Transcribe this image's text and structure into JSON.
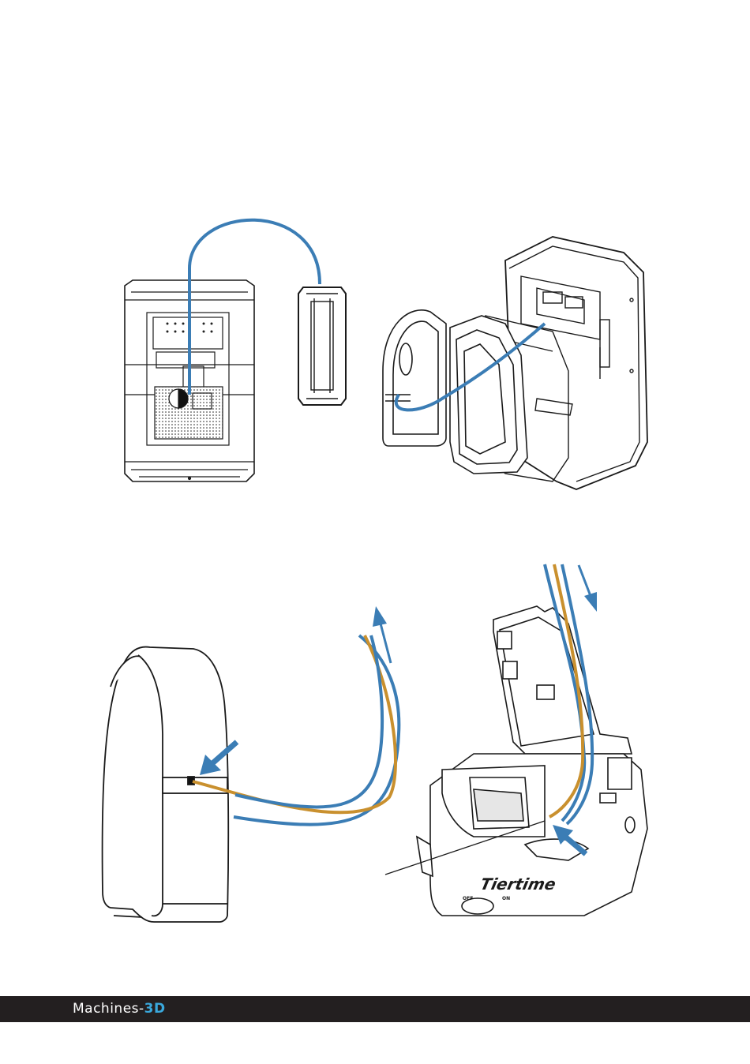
{
  "colors": {
    "filament_tube": "#3b7db5",
    "filament": "#c9902e",
    "line_art": "#1a1a1a",
    "footer_background": "#231f20",
    "footer_accent": "#3aa8dc"
  },
  "printer_label": {
    "brand": "Tiertime",
    "switch_off": "OFF",
    "switch_on": "ON"
  },
  "footer": {
    "logo_text": "Machines-",
    "logo_accent": "3D"
  }
}
